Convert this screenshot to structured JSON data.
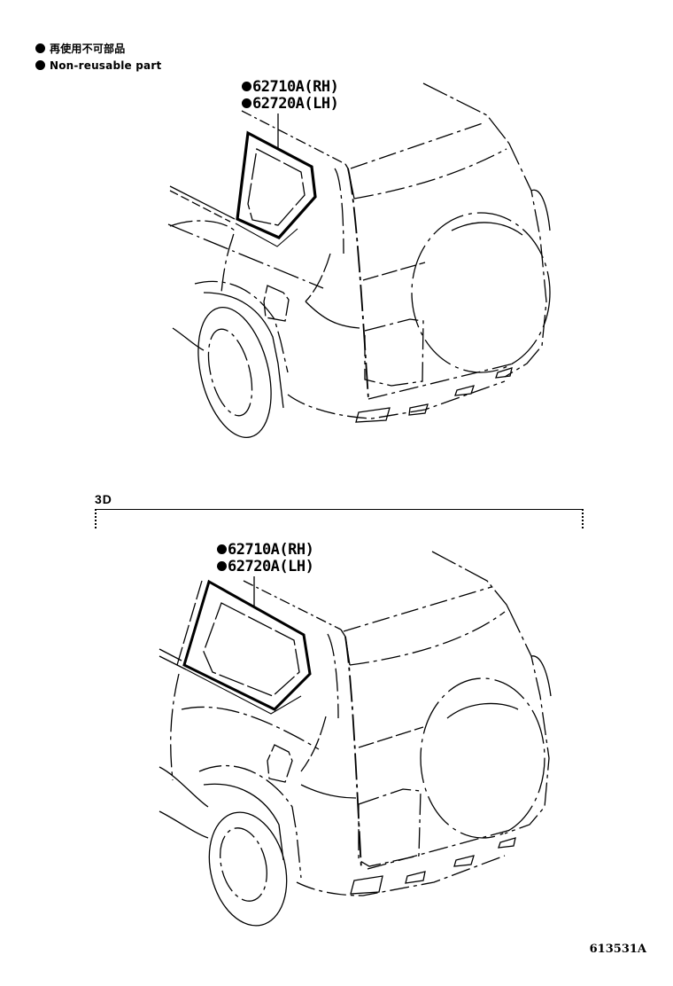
{
  "legend": {
    "items": [
      {
        "icon": "filled-circle-icon",
        "label": "再使用不可部品"
      },
      {
        "icon": "filled-circle-icon",
        "label": "Non-reusable part"
      }
    ]
  },
  "diagrams": [
    {
      "section_label": "",
      "callouts": [
        {
          "marker": "non-reusable",
          "part_number": "62710A(RH)"
        },
        {
          "marker": "non-reusable",
          "part_number": "62720A(LH)"
        }
      ],
      "illustration": "rear-quarter-window-glass-5door"
    },
    {
      "section_label": "3D",
      "callouts": [
        {
          "marker": "non-reusable",
          "part_number": "62710A(RH)"
        },
        {
          "marker": "non-reusable",
          "part_number": "62720A(LH)"
        }
      ],
      "illustration": "rear-quarter-window-glass-3door"
    }
  ],
  "reference_code": "613531A",
  "colors": {
    "line": "#000000",
    "background": "#ffffff"
  }
}
